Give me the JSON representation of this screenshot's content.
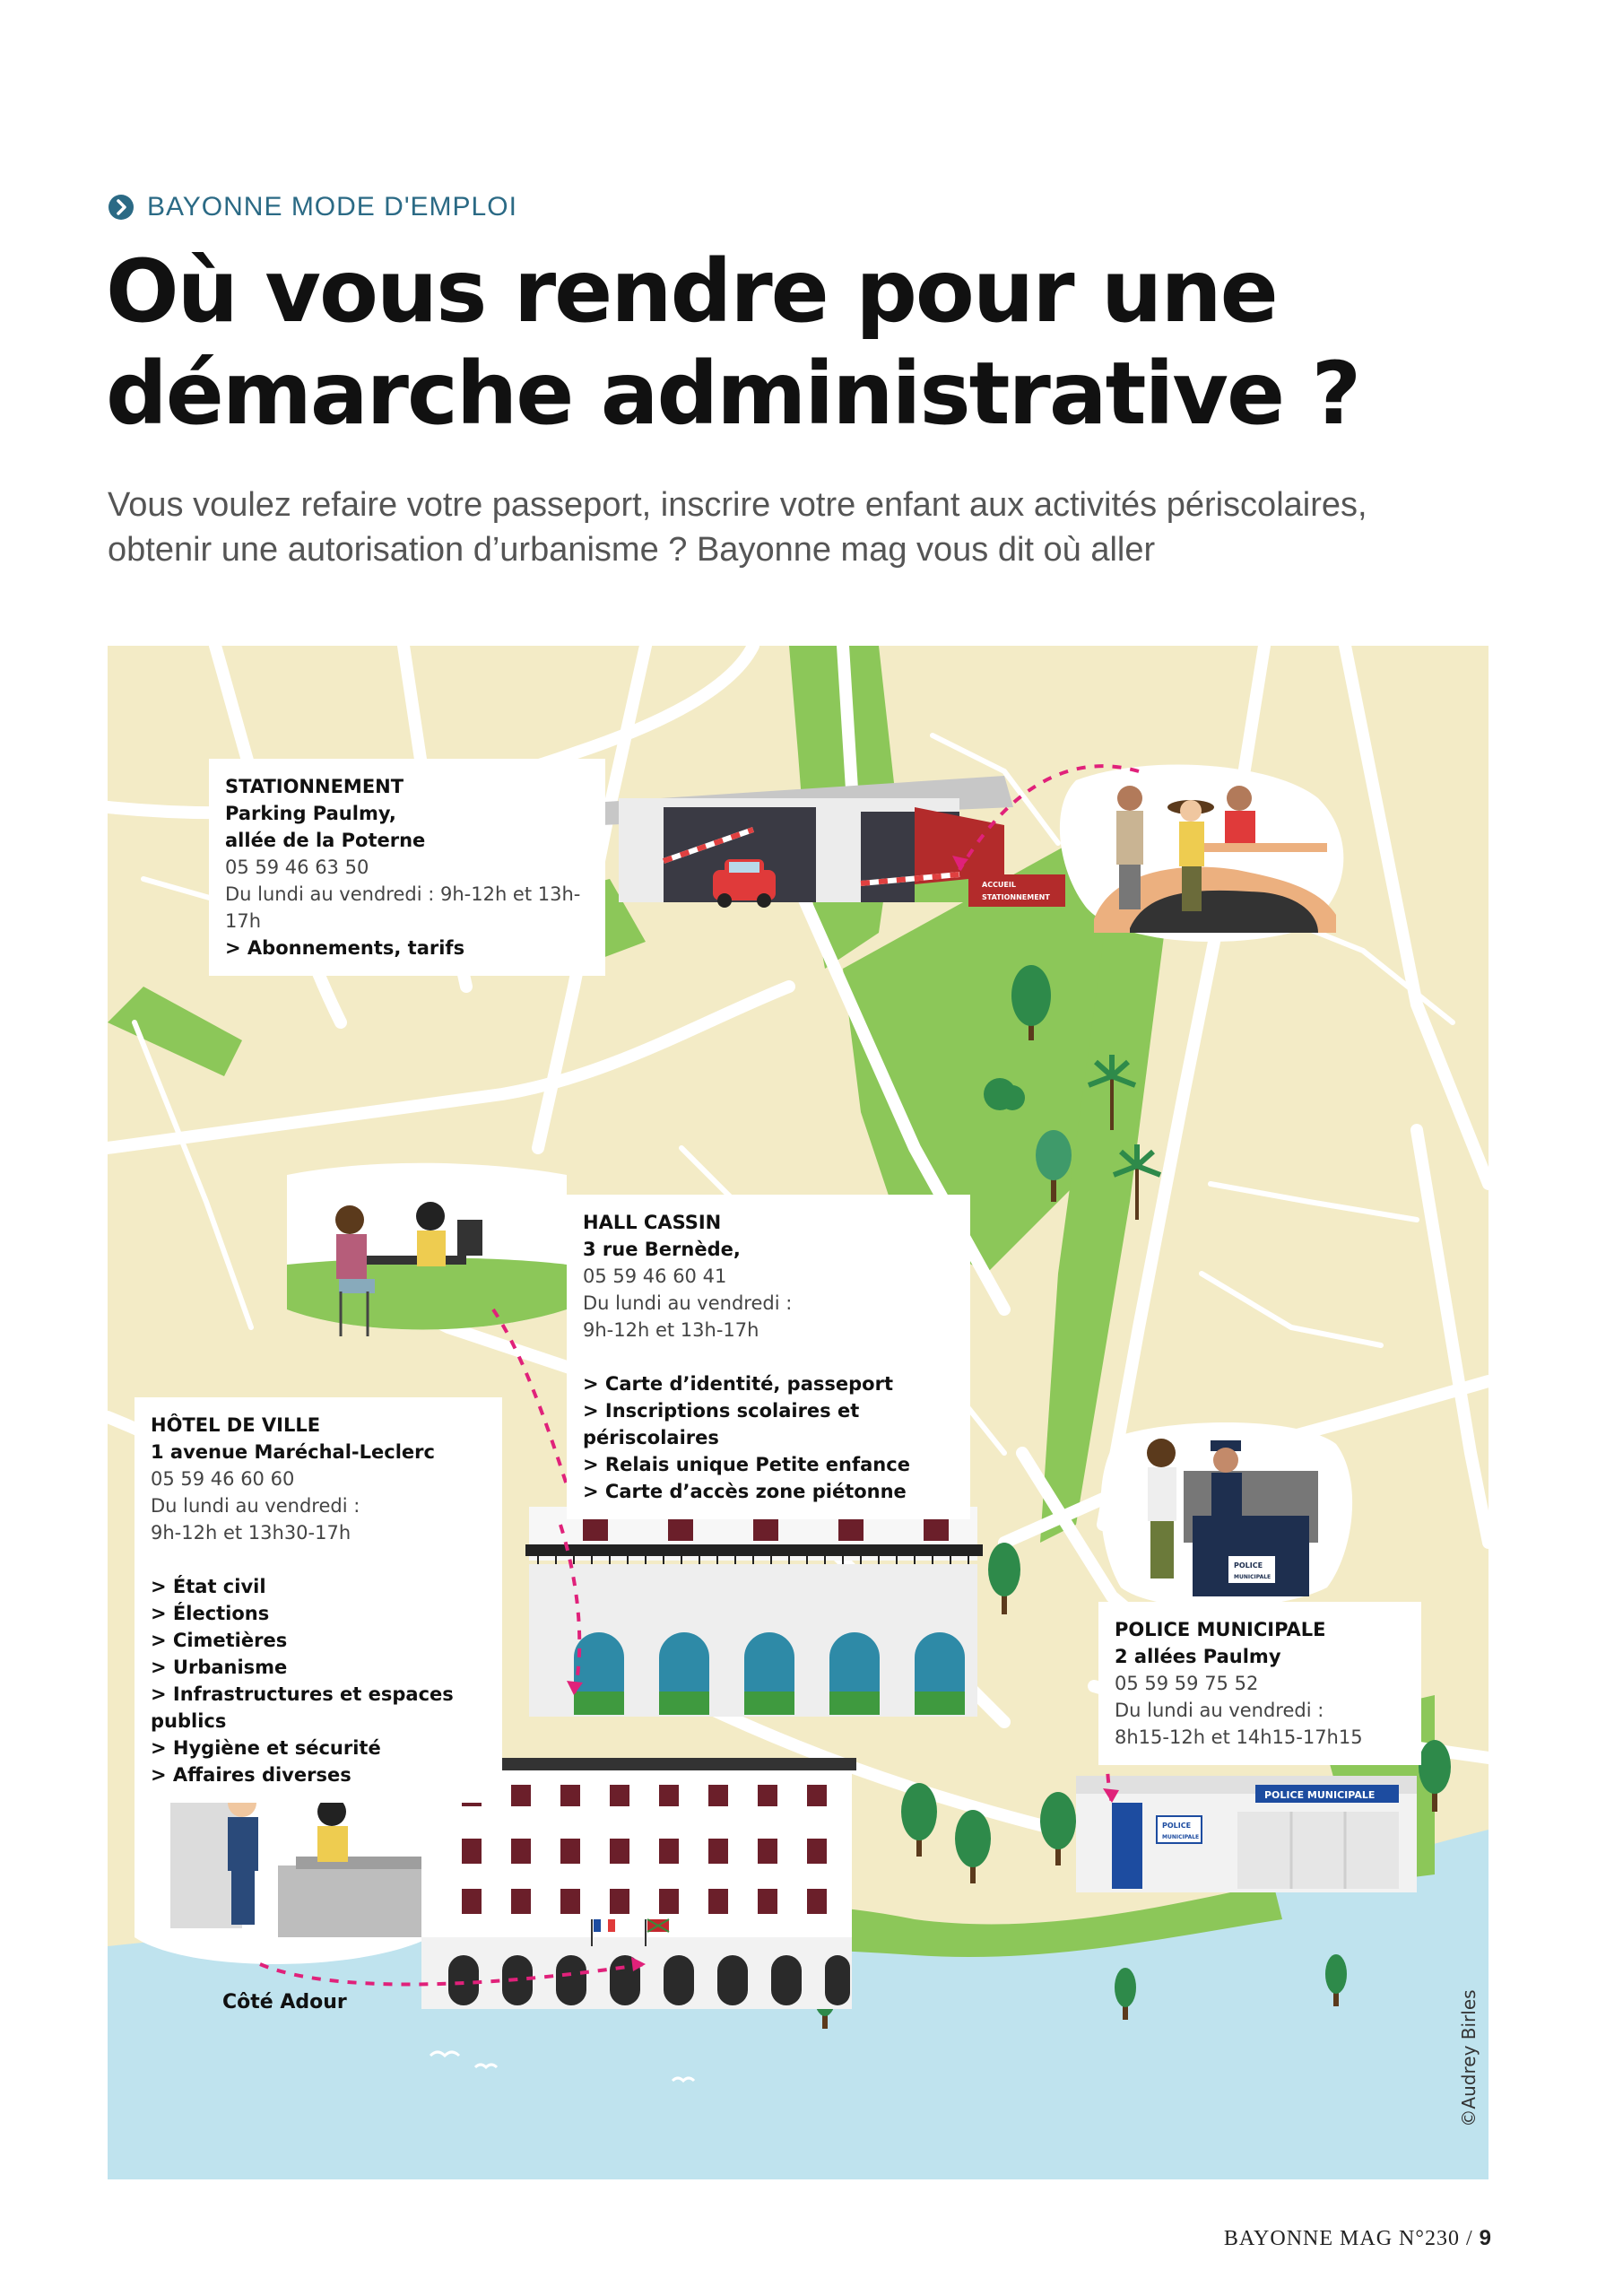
{
  "header": {
    "section": "BAYONNE MODE D'EMPLOI",
    "title_line1": "Où vous rendre pour une",
    "title_line2": "démarche administrative ?",
    "intro_line1": "Vous voulez refaire votre passeport, inscrire votre enfant aux activités périscolaires,",
    "intro_line2": "obtenir une autorisation d’urbanisme ? Bayonne mag vous dit où aller"
  },
  "colors": {
    "accent": "#2b6a85",
    "map_land": "#f3ebc6",
    "map_park": "#8cc759",
    "map_water": "#bfe3ee",
    "route": "#e0217a",
    "roof_red": "#b32b2b"
  },
  "locations": {
    "stationnement": {
      "heading": "STATIONNEMENT",
      "address1": "Parking Paulmy,",
      "address2": "allée de la Poterne",
      "phone": "05 59 46 63 50",
      "hours": "Du lundi au vendredi : 9h-12h et 13h-17h",
      "services": [
        "> Abonnements, tarifs"
      ]
    },
    "hall_cassin": {
      "heading": "HALL CASSIN",
      "address": "3 rue Bernède,",
      "phone": "05 59 46 60 41",
      "hours1": "Du lundi au vendredi :",
      "hours2": "9h-12h et 13h-17h",
      "services": [
        "> Carte d’identité, passeport",
        "> Inscriptions scolaires et périscolaires",
        "> Relais unique Petite enfance",
        "> Carte d’accès zone piétonne"
      ]
    },
    "hotel_de_ville": {
      "heading": "HÔTEL DE VILLE",
      "address": "1 avenue Maréchal-Leclerc",
      "phone": "05 59 46 60 60",
      "hours1": "Du lundi au vendredi :",
      "hours2": "9h-12h et 13h30-17h",
      "services": [
        "> État civil",
        "> Élections",
        "> Cimetières",
        "> Urbanisme",
        "> Infrastructures et espaces publics",
        "> Hygiène et sécurité",
        "> Affaires diverses"
      ]
    },
    "police": {
      "heading": "POLICE MUNICIPALE",
      "address": "2 allées Paulmy",
      "phone": "05 59 59 75 52",
      "hours1": "Du lundi au vendredi :",
      "hours2": "8h15-12h et 14h15-17h15"
    }
  },
  "map": {
    "cote_adour": "Côté Adour",
    "sign_accueil_1": "ACCUEIL",
    "sign_accueil_2": "STATIONNEMENT",
    "sign_police_desk_1": "POLICE",
    "sign_police_desk_2": "MUNICIPALE",
    "sign_police_building": "POLICE MUNICIPALE",
    "sign_police_door_1": "POLICE",
    "sign_police_door_2": "MUNICIPALE",
    "credit": "©Audrey Birles"
  },
  "footer": {
    "magazine": "BAYONNE MAG N°230 /",
    "page": "9"
  }
}
